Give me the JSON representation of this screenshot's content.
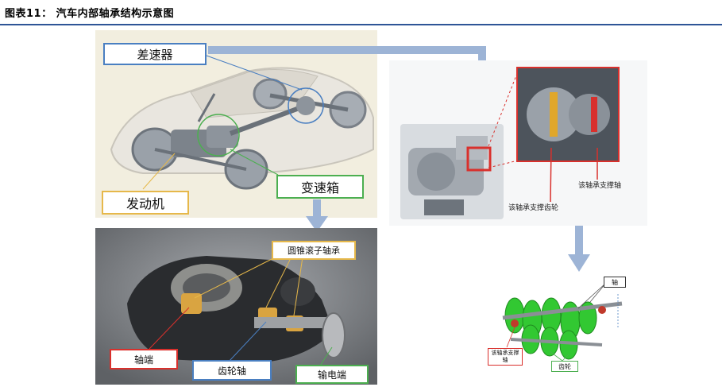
{
  "figure": {
    "title": "图表11：   汽车内部轴承结构示意图"
  },
  "car_panel": {
    "differential_label": "差速器",
    "gearbox_label": "变速箱",
    "engine_label": "发动机"
  },
  "differential_panel": {
    "tapered_bearing_label": "圆锥滚子轴承",
    "shaft_end_label": "轴端",
    "gear_shaft_label": "齿轮轴",
    "output_end_label": "输电端"
  },
  "gearbox_panel": {
    "shaft_support_label": "该轴承支撑轴",
    "gear_support_label": "该轴承支撑齿轮"
  },
  "gear_panel": {
    "shaft_label": "轴",
    "bearing_label": "该轴承支撑轴",
    "gear_label": "齿轮"
  },
  "colors": {
    "label_blue": "#4a7fc1",
    "label_green": "#4caf50",
    "label_yellow": "#e6b84a",
    "label_red": "#d9302c",
    "arrow": "#9db4d6",
    "rule": "#2e5597"
  }
}
